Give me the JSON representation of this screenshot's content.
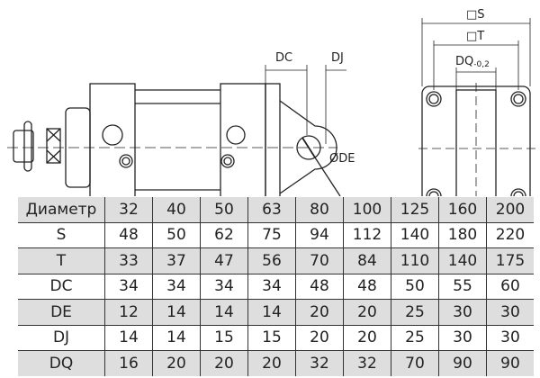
{
  "drawing": {
    "labels": {
      "dc": "DC",
      "dj": "DJ",
      "de": "ØDE",
      "s": "□S",
      "t": "□T",
      "dq": "DQ",
      "dq_tol": "-0,2"
    }
  },
  "table": {
    "rows": [
      {
        "label": "Диаметр",
        "values": [
          "32",
          "40",
          "50",
          "63",
          "80",
          "100",
          "125",
          "160",
          "200"
        ]
      },
      {
        "label": "S",
        "values": [
          "48",
          "50",
          "62",
          "75",
          "94",
          "112",
          "140",
          "180",
          "220"
        ]
      },
      {
        "label": "T",
        "values": [
          "33",
          "37",
          "47",
          "56",
          "70",
          "84",
          "110",
          "140",
          "175"
        ]
      },
      {
        "label": "DC",
        "values": [
          "34",
          "34",
          "34",
          "34",
          "48",
          "48",
          "50",
          "55",
          "60"
        ]
      },
      {
        "label": "DE",
        "values": [
          "12",
          "14",
          "14",
          "14",
          "20",
          "20",
          "25",
          "30",
          "30"
        ]
      },
      {
        "label": "DJ",
        "values": [
          "14",
          "14",
          "15",
          "15",
          "20",
          "20",
          "25",
          "30",
          "30"
        ]
      },
      {
        "label": "DQ",
        "values": [
          "16",
          "20",
          "20",
          "20",
          "32",
          "32",
          "70",
          "90",
          "90"
        ]
      }
    ]
  }
}
